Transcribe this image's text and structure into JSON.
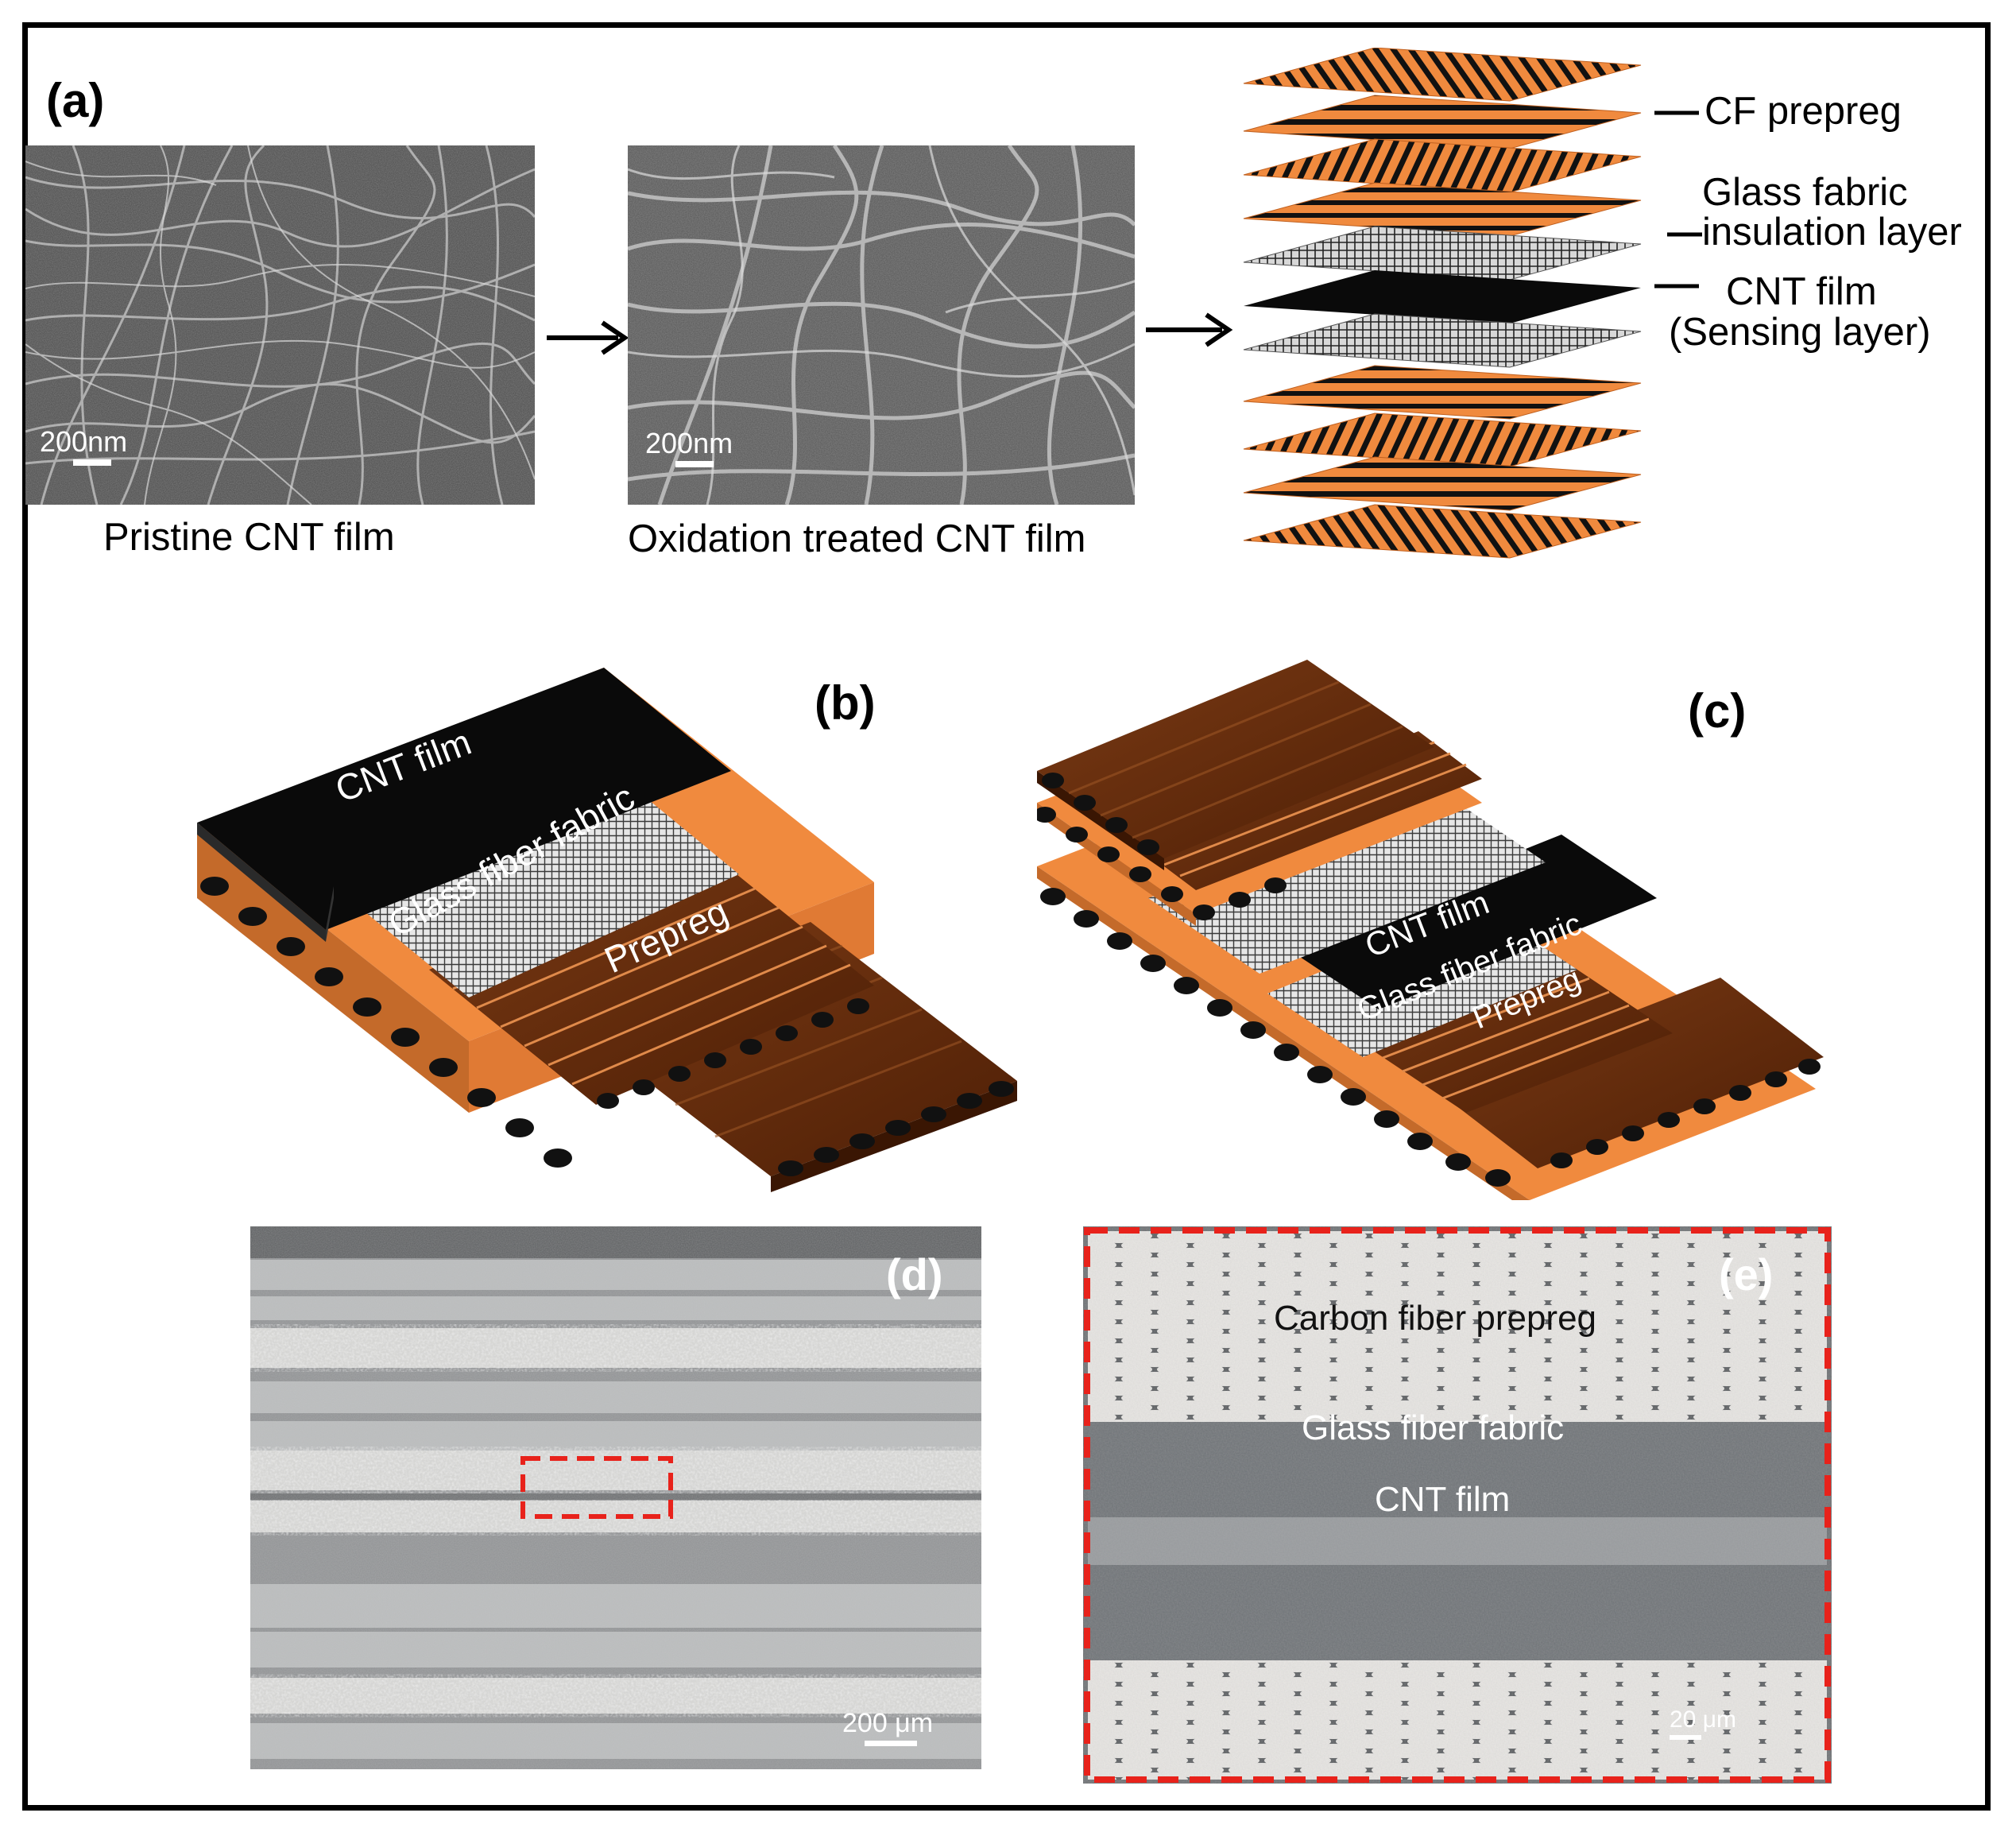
{
  "panels": {
    "a": {
      "letter": "(a)",
      "sem1": {
        "scale": "200nm",
        "caption": "Pristine CNT film"
      },
      "sem2": {
        "scale": "200nm",
        "caption": "Oxidation treated CNT film"
      },
      "stack_labels": {
        "cf": "CF prepreg",
        "glass1": "Glass fabric",
        "glass2": "insulation layer",
        "cnt1": "CNT film",
        "cnt2": "(Sensing layer)"
      }
    },
    "b": {
      "letter": "(b)",
      "cnt": "CNT film",
      "glass": "Glass fiber fabric",
      "prepreg": "Prepreg"
    },
    "c": {
      "letter": "(c)",
      "cnt": "CNT film",
      "glass": "Glass fiber fabric",
      "prepreg": "Prepreg"
    },
    "d": {
      "letter": "(d)",
      "scale": "200 μm"
    },
    "e": {
      "letter": "(e)",
      "carbon": "Carbon fiber prepreg",
      "glass": "Glass fiber fabric",
      "cnt": "CNT film",
      "scale": "20 μm"
    }
  },
  "colors": {
    "orange": "#f08a3e",
    "brown": "#6b2f0d",
    "cnt_black": "#0a0a0a",
    "dash_red": "#e8221b"
  }
}
